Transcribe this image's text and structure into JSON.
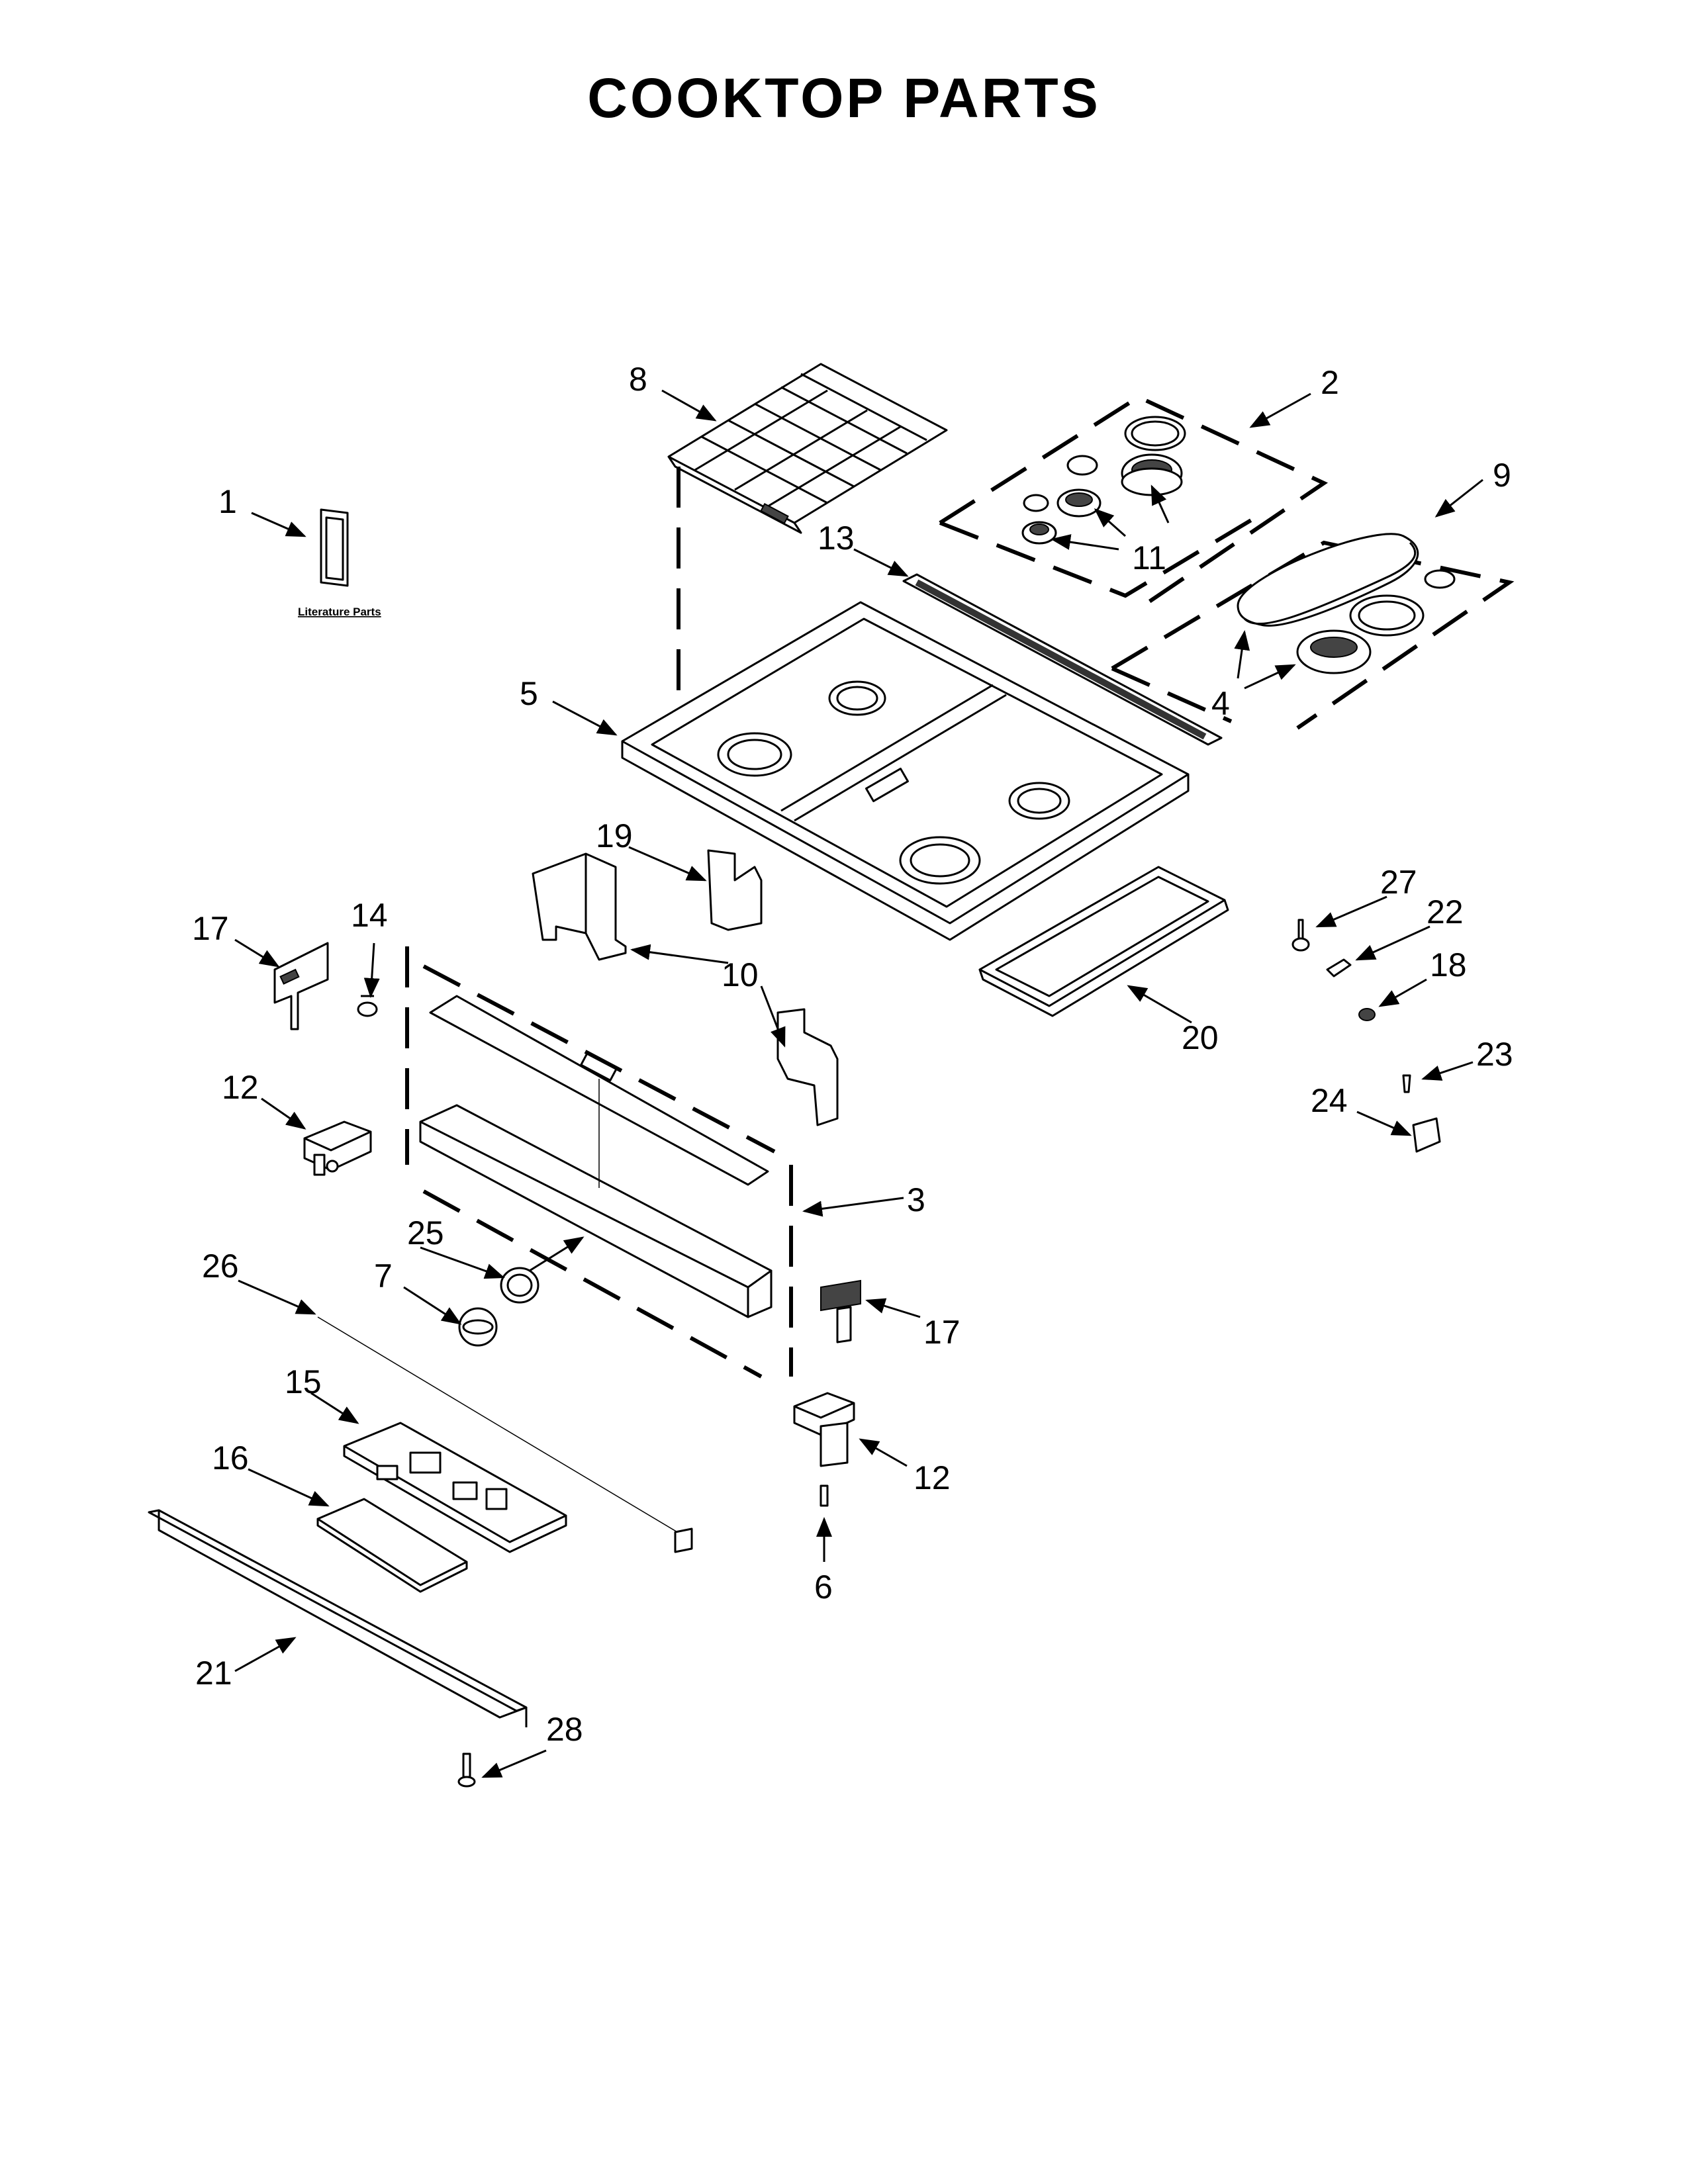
{
  "page": {
    "title": "COOKTOP PARTS"
  },
  "callouts": {
    "c1": "1",
    "c2": "2",
    "c3": "3",
    "c4": "4",
    "c5": "5",
    "c6": "6",
    "c7": "7",
    "c8": "8",
    "c9": "9",
    "c10": "10",
    "c11": "11",
    "c12a": "12",
    "c12b": "12",
    "c13": "13",
    "c14": "14",
    "c15": "15",
    "c16": "16",
    "c17a": "17",
    "c17b": "17",
    "c18": "18",
    "c19": "19",
    "c20": "20",
    "c21": "21",
    "c22": "22",
    "c23": "23",
    "c24": "24",
    "c25": "25",
    "c26": "26",
    "c27": "27",
    "c28": "28"
  },
  "literature_label": "Literature Parts"
}
